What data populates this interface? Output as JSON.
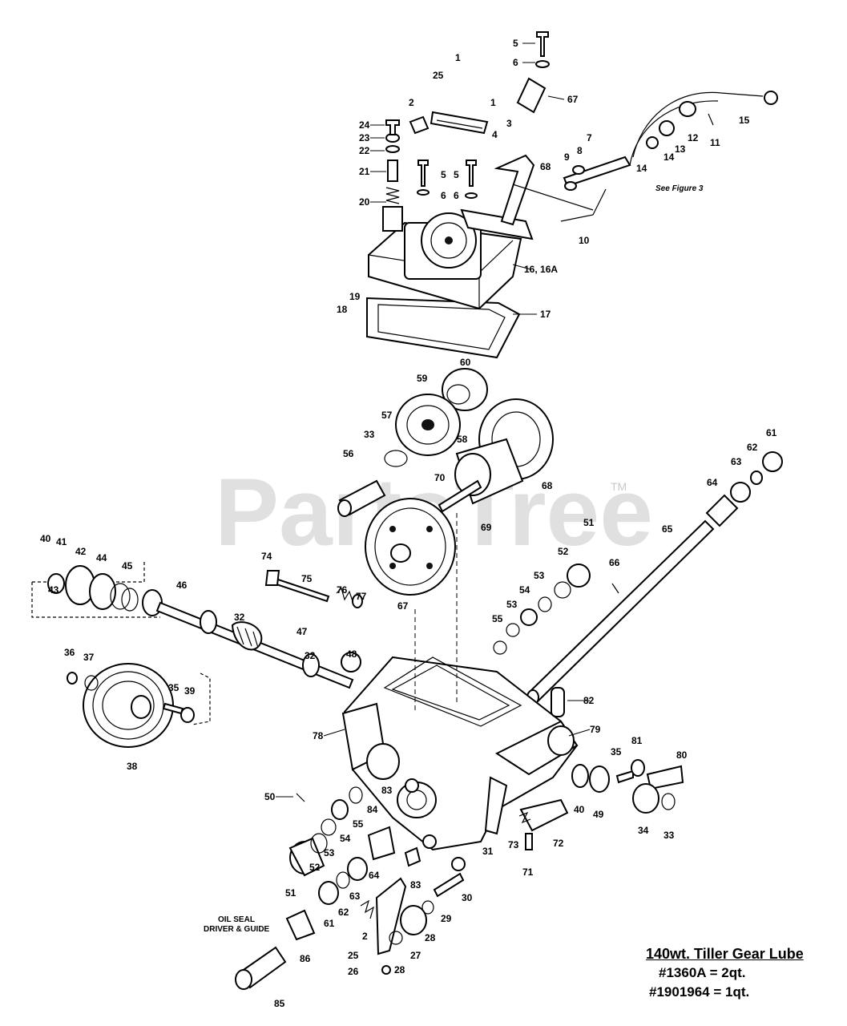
{
  "watermark": {
    "text": "PartsTree",
    "tm": "TM"
  },
  "notes": {
    "see_figure": "See Figure 3",
    "seal_driver": [
      "OIL SEAL",
      "DRIVER & GUIDE"
    ]
  },
  "lube_box": {
    "title": "140wt. Tiller Gear Lube",
    "line1": "#1360A = 2qt.",
    "line2": "#1901964 = 1qt."
  },
  "part_labels": {
    "p5a": "5",
    "p6a": "6",
    "p67": "67",
    "p1a": "1",
    "p25a": "25",
    "p1b": "1",
    "p2a": "2",
    "p3": "3",
    "p4": "4",
    "p24": "24",
    "p23": "23",
    "p22": "22",
    "p21": "21",
    "p20": "20",
    "p5b": "5",
    "p6b": "6",
    "p5c": "5",
    "p6c": "6",
    "p7": "7",
    "p8": "8",
    "p9": "9",
    "p68": "68",
    "p14a": "14",
    "p14b": "14",
    "p13": "13",
    "p12": "12",
    "p11": "11",
    "p15": "15",
    "p10": "10",
    "p16": "16, 16A",
    "p19": "19",
    "p18": "18",
    "p17": "17",
    "p60": "60",
    "p59": "59",
    "p58": "58",
    "p57": "57",
    "p33a": "33",
    "p56": "56",
    "p70": "70",
    "p68b": "68",
    "p69": "69",
    "p61a": "61",
    "p62a": "62",
    "p63a": "63",
    "p64a": "64",
    "p65a": "65",
    "p40a": "40",
    "p41": "41",
    "p42": "42",
    "p44": "44",
    "p45": "45",
    "p43": "43",
    "p46": "46",
    "p32a": "32",
    "p74": "74",
    "p75": "75",
    "p76": "76",
    "p77": "77",
    "p67b": "67",
    "p51a": "51",
    "p52a": "52",
    "p66": "66",
    "p53a": "53",
    "p54a": "54",
    "p53b": "53",
    "p55a": "55",
    "p47": "47",
    "p32b": "32",
    "p48": "48",
    "p36": "36",
    "p37": "37",
    "p35a": "35",
    "p39": "39",
    "p38": "38",
    "p82": "82",
    "p78": "78",
    "p79": "79",
    "p81": "81",
    "p35b": "35",
    "p80": "80",
    "p40b": "40",
    "p49": "49",
    "p34": "34",
    "p33b": "33",
    "p50": "50",
    "p83a": "83",
    "p84": "84",
    "p55b": "55",
    "p54b": "54",
    "p53c": "53",
    "p52b": "52",
    "p51b": "51",
    "p64b": "64",
    "p63b": "63",
    "p62b": "62",
    "p61b": "61",
    "p83b": "83",
    "p31": "31",
    "p73": "73",
    "p72": "72",
    "p71": "71",
    "p30": "30",
    "p29": "29",
    "p2b": "2",
    "p28a": "28",
    "p27": "27",
    "p25b": "25",
    "p26": "26",
    "p28b": "28",
    "p86": "86",
    "p85": "85"
  }
}
